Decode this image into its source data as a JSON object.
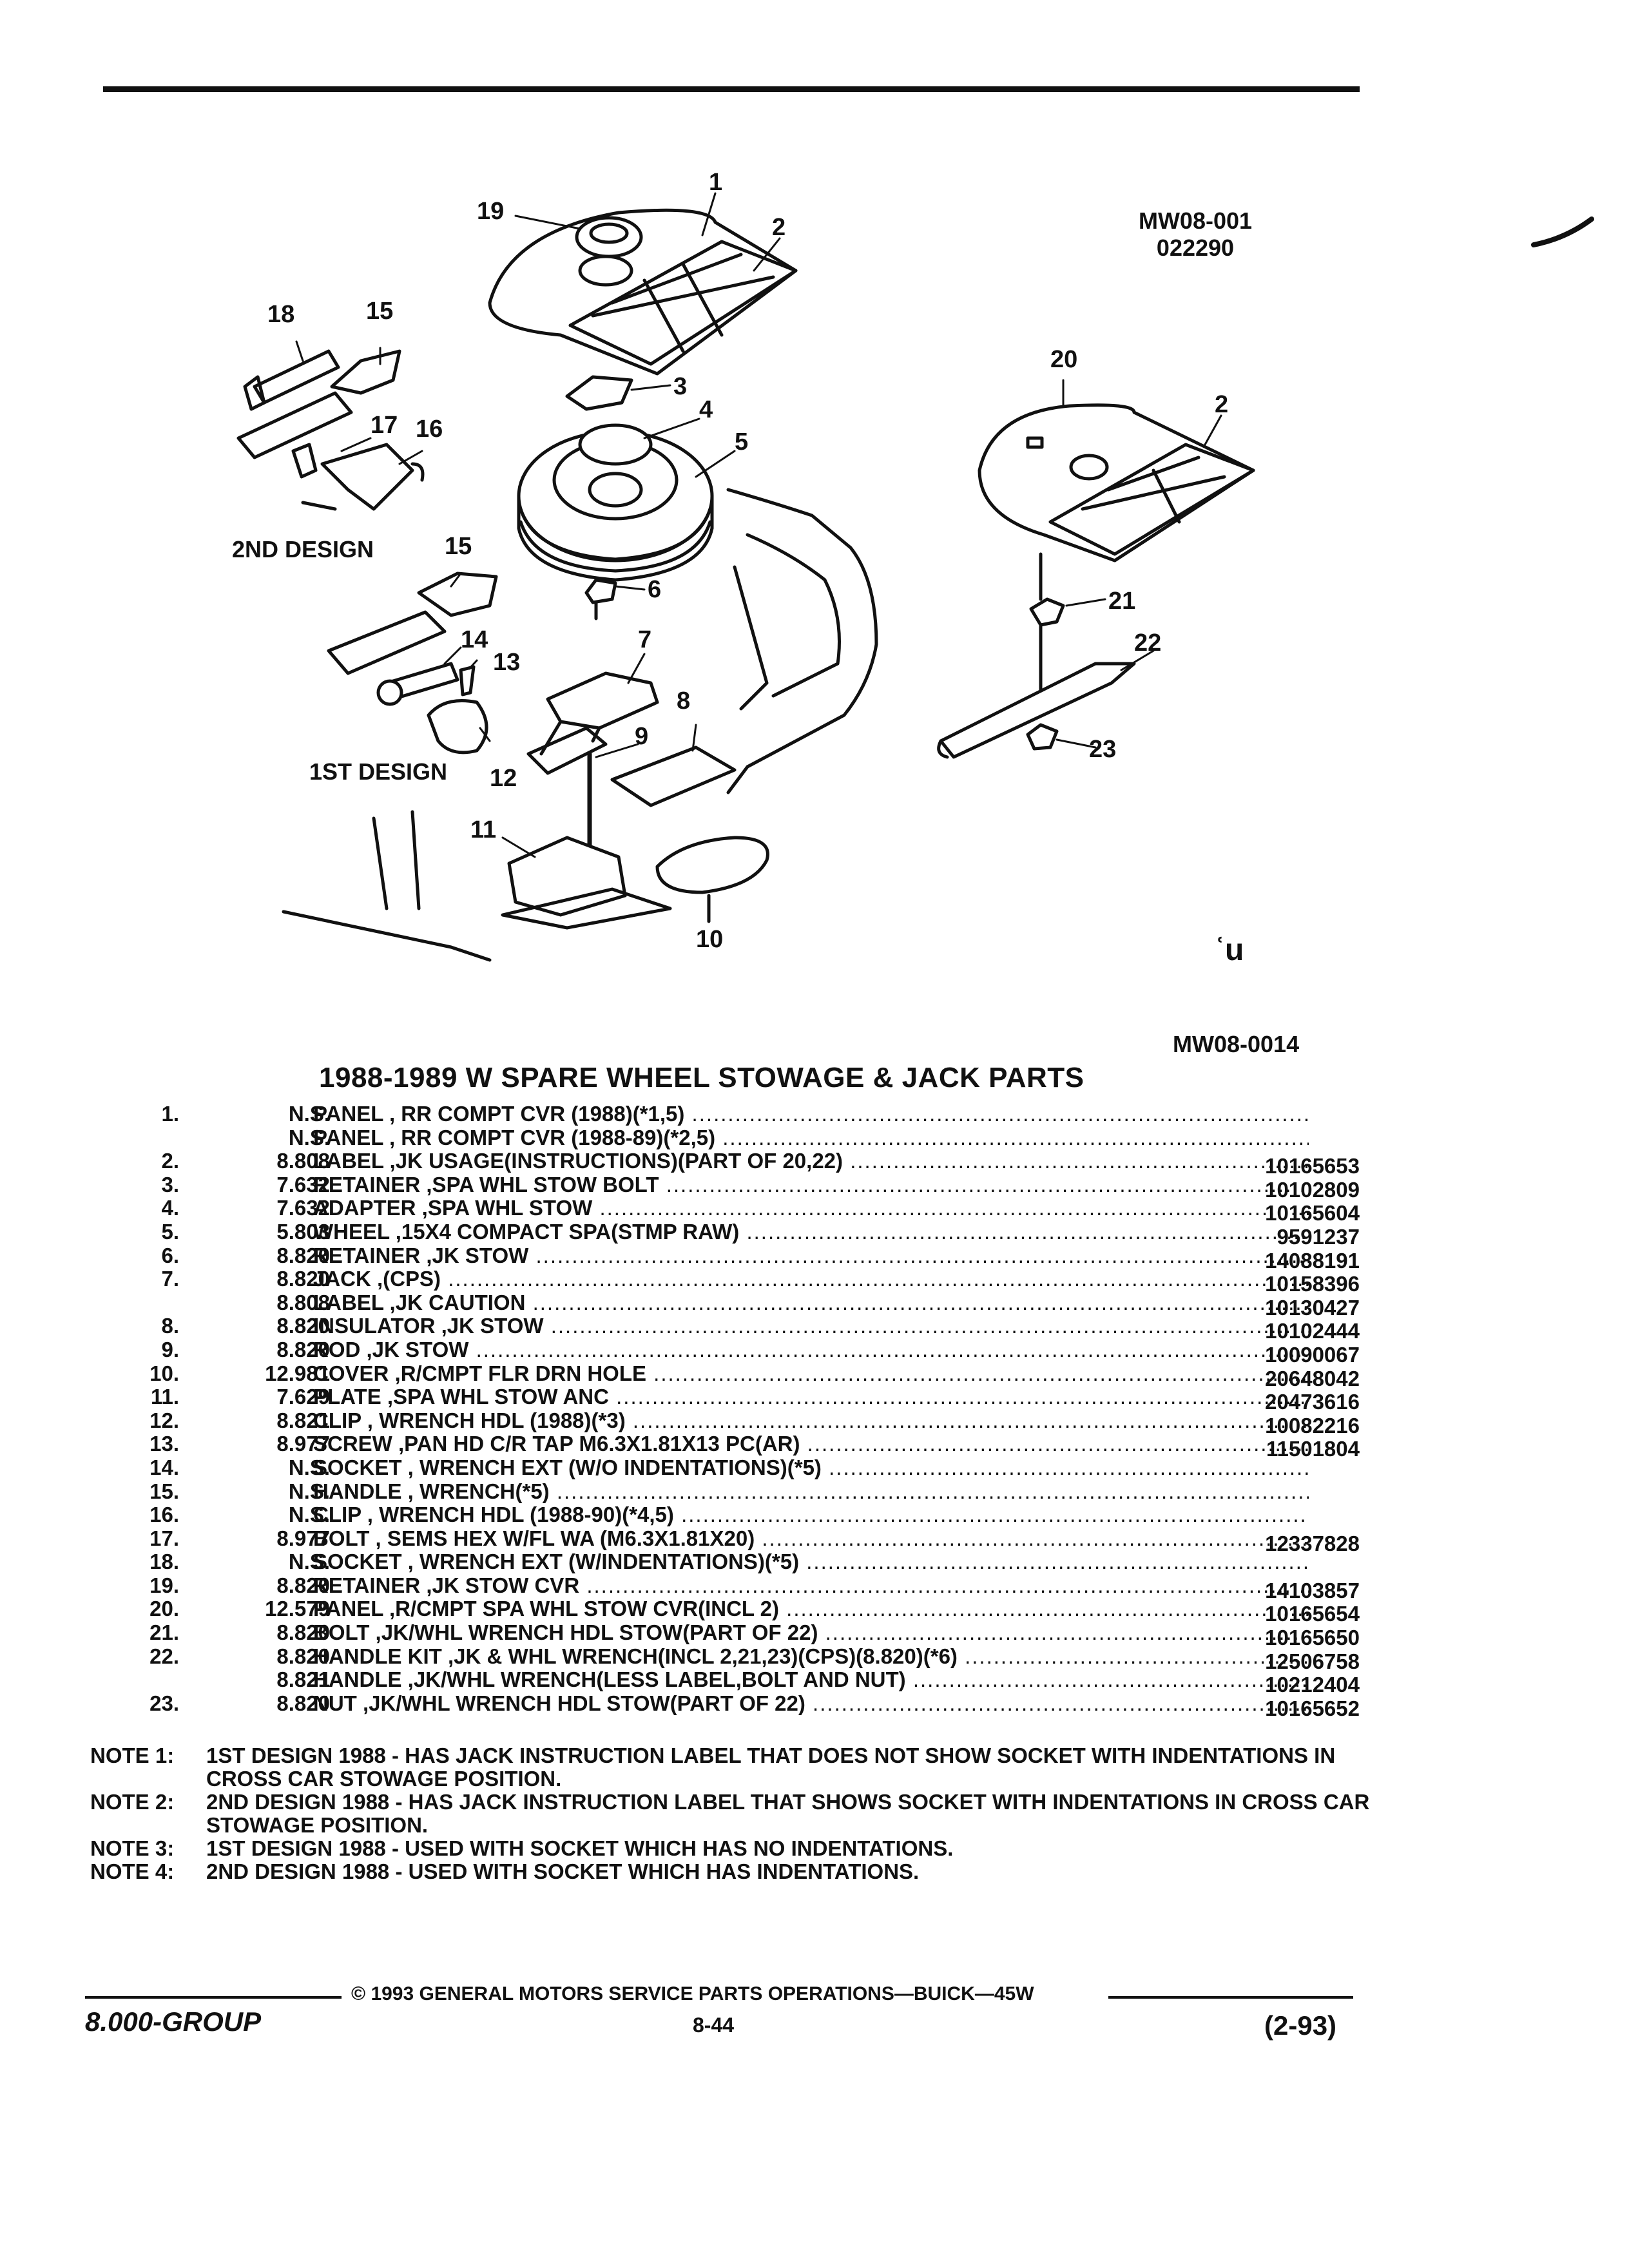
{
  "header": {
    "ref_code_1": "MW08-001",
    "ref_code_2": "022290",
    "ref_code_3": "MW08-0014"
  },
  "diagram": {
    "callouts": [
      "1",
      "2",
      "3",
      "4",
      "5",
      "6",
      "7",
      "8",
      "9",
      "10",
      "11",
      "12",
      "13",
      "14",
      "15",
      "16",
      "17",
      "18",
      "19",
      "20",
      "21",
      "22",
      "23"
    ],
    "label_2nd_design": "2ND DESIGN",
    "label_1st_design": "1ST DESIGN",
    "gm_logo": "ʿu"
  },
  "title": "1988-1989 W SPARE WHEEL STOWAGE & JACK PARTS",
  "parts": [
    {
      "num": "1.",
      "group": "N.S.",
      "desc": "PANEL , RR COMPT CVR (1988)(*1,5)",
      "part": ""
    },
    {
      "num": "",
      "group": "N.S.",
      "desc": "PANEL , RR COMPT CVR (1988-89)(*2,5)",
      "part": ""
    },
    {
      "num": "2.",
      "group": "8.808",
      "desc": "LABEL ,JK USAGE(INSTRUCTIONS)(PART OF 20,22)",
      "part": "10165653"
    },
    {
      "num": "3.",
      "group": "7.632",
      "desc": "RETAINER ,SPA WHL STOW BOLT",
      "part": "10102809"
    },
    {
      "num": "4.",
      "group": "7.632",
      "desc": "ADAPTER ,SPA WHL STOW",
      "part": "10165604"
    },
    {
      "num": "5.",
      "group": "5.803",
      "desc": "WHEEL ,15X4 COMPACT SPA(STMP RAW)",
      "part": "9591237"
    },
    {
      "num": "6.",
      "group": "8.820",
      "desc": "RETAINER ,JK STOW",
      "part": "14088191"
    },
    {
      "num": "7.",
      "group": "8.820",
      "desc": "JACK ,(CPS)",
      "part": "10158396"
    },
    {
      "num": "",
      "group": "8.808",
      "desc": "LABEL ,JK CAUTION",
      "part": "10130427"
    },
    {
      "num": "8.",
      "group": "8.820",
      "desc": "INSULATOR ,JK STOW",
      "part": "10102444"
    },
    {
      "num": "9.",
      "group": "8.820",
      "desc": "ROD ,JK STOW",
      "part": "10090067"
    },
    {
      "num": "10.",
      "group": "12.981",
      "desc": "COVER ,R/CMPT FLR DRN HOLE",
      "part": "20648042"
    },
    {
      "num": "11.",
      "group": "7.629",
      "desc": "PLATE ,SPA WHL STOW ANC",
      "part": "20473616"
    },
    {
      "num": "12.",
      "group": "8.821",
      "desc": "CLIP , WRENCH HDL (1988)(*3)",
      "part": "10082216"
    },
    {
      "num": "13.",
      "group": "8.977",
      "desc": "SCREW ,PAN HD C/R TAP M6.3X1.81X13 PC(AR)",
      "part": "11501804"
    },
    {
      "num": "14.",
      "group": "N.S.",
      "desc": "SOCKET , WRENCH EXT (W/O INDENTATIONS)(*5)",
      "part": ""
    },
    {
      "num": "15.",
      "group": "N.S.",
      "desc": "HANDLE , WRENCH(*5)",
      "part": ""
    },
    {
      "num": "16.",
      "group": "N.S.",
      "desc": "CLIP , WRENCH HDL (1988-90)(*4,5)",
      "part": ""
    },
    {
      "num": "17.",
      "group": "8.977",
      "desc": "BOLT , SEMS HEX W/FL WA (M6.3X1.81X20)",
      "part": "12337828"
    },
    {
      "num": "18.",
      "group": "N.S.",
      "desc": "SOCKET , WRENCH EXT (W/INDENTATIONS)(*5)",
      "part": ""
    },
    {
      "num": "19.",
      "group": "8.820",
      "desc": "RETAINER ,JK STOW CVR",
      "part": "14103857"
    },
    {
      "num": "20.",
      "group": "12.579",
      "desc": "PANEL ,R/CMPT SPA WHL STOW CVR(INCL 2)",
      "part": "10165654"
    },
    {
      "num": "21.",
      "group": "8.820",
      "desc": "BOLT ,JK/WHL WRENCH HDL STOW(PART OF 22)",
      "part": "10165650"
    },
    {
      "num": "22.",
      "group": "8.820",
      "desc": "HANDLE KIT ,JK & WHL WRENCH(INCL 2,21,23)(CPS)(8.820)(*6)",
      "part": "12506758"
    },
    {
      "num": "",
      "group": "8.821",
      "desc": "HANDLE ,JK/WHL WRENCH(LESS LABEL,BOLT AND NUT)",
      "part": "10212404"
    },
    {
      "num": "23.",
      "group": "8.820",
      "desc": "NUT ,JK/WHL WRENCH HDL STOW(PART OF 22)",
      "part": "10165652"
    }
  ],
  "notes": [
    {
      "label": "NOTE 1:",
      "text": "1ST DESIGN 1988 - HAS JACK INSTRUCTION LABEL THAT DOES NOT SHOW SOCKET WITH INDENTATIONS IN CROSS CAR STOWAGE POSITION."
    },
    {
      "label": "NOTE 2:",
      "text": "2ND DESIGN 1988 - HAS JACK INSTRUCTION LABEL THAT SHOWS SOCKET WITH INDENTATIONS IN CROSS CAR STOWAGE POSITION."
    },
    {
      "label": "NOTE 3:",
      "text": "1ST DESIGN 1988 - USED WITH SOCKET WHICH HAS NO INDENTATIONS."
    },
    {
      "label": "NOTE 4:",
      "text": "2ND DESIGN 1988 - USED WITH SOCKET WHICH HAS INDENTATIONS."
    }
  ],
  "footer": {
    "copyright": "© 1993 GENERAL MOTORS SERVICE PARTS OPERATIONS—BUICK—45W",
    "group_code": "8.000-GROUP",
    "page_no": "8-44",
    "revision": "(2-93)"
  }
}
